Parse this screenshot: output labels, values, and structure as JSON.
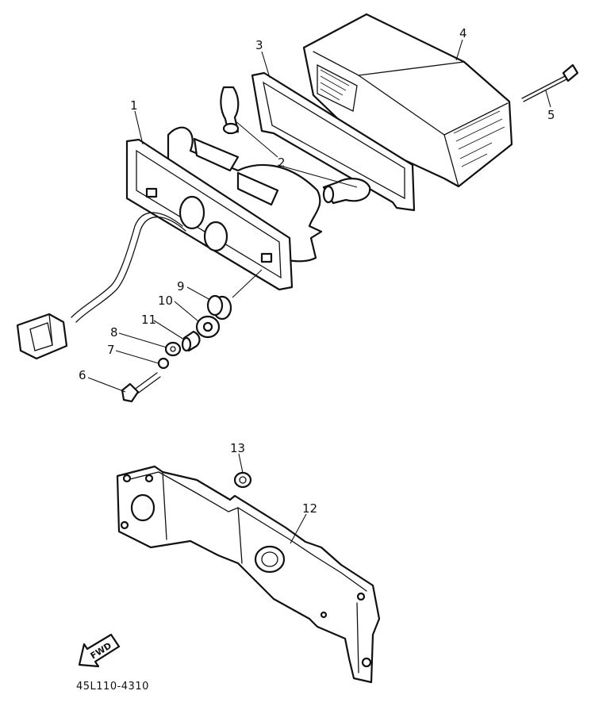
{
  "diagram_code": "45L110-4310",
  "fwd_label": "FWD",
  "callouts": {
    "c1": "1",
    "c2": "2",
    "c3": "3",
    "c4": "4",
    "c5": "5",
    "c6": "6",
    "c7": "7",
    "c8": "8",
    "c9": "9",
    "c10": "10",
    "c11": "11",
    "c12": "12",
    "c13": "13"
  }
}
